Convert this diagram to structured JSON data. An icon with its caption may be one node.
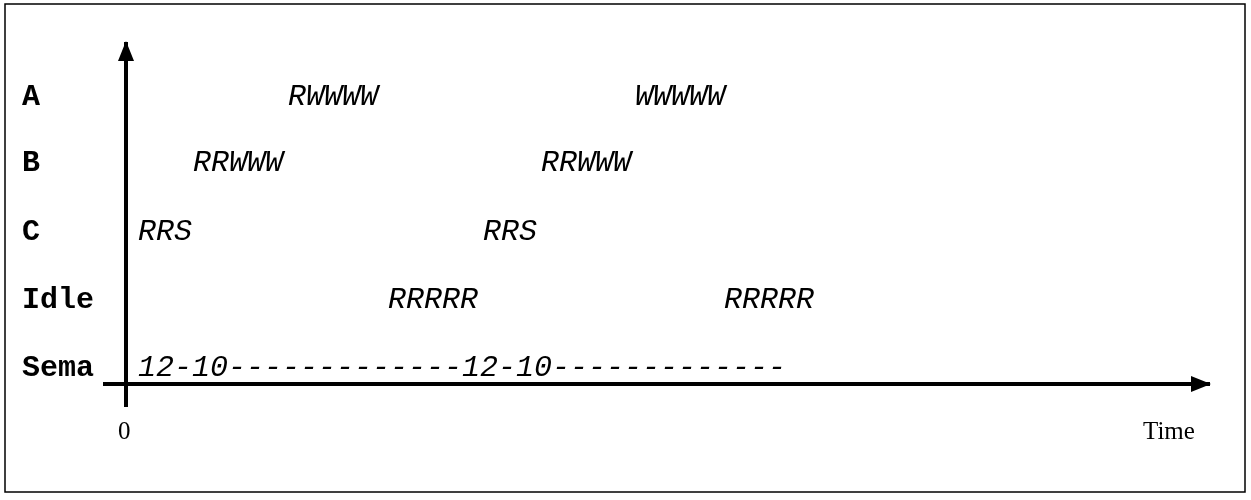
{
  "diagram": {
    "labels": [
      "A",
      "RWWWW",
      "WWWWW",
      "B",
      "RRWWW",
      "RRWWW",
      "C",
      "RRS",
      "RRS",
      "Idle",
      "RRRRR",
      "RRRRR",
      "Sema",
      "12-10-------------12-10-------------",
      "0",
      "Time"
    ]
  }
}
